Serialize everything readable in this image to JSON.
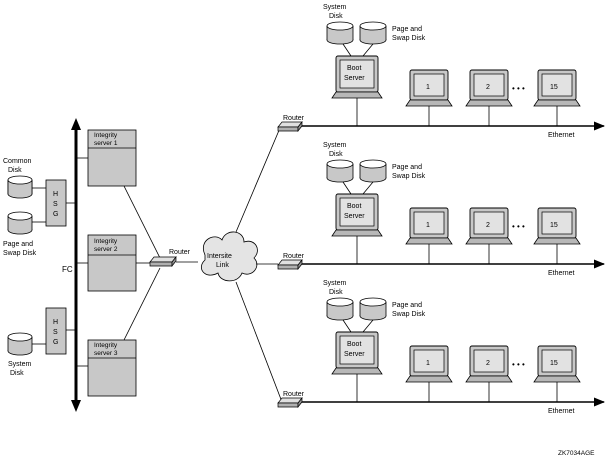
{
  "left": {
    "common_disk": [
      "Common",
      "Disk"
    ],
    "page_swap_disk": [
      "Page and",
      "Swap Disk"
    ],
    "system_disk": [
      "System",
      "Disk"
    ],
    "hsg": [
      "H",
      "S",
      "G"
    ],
    "fc": "FC",
    "servers": [
      [
        "Integrity",
        "server 1"
      ],
      [
        "Integrity",
        "server 2"
      ],
      [
        "Integrity",
        "server 3"
      ]
    ],
    "router": "Router"
  },
  "cloud": [
    "Intersite",
    "Link"
  ],
  "sites": [
    {
      "router": "Router",
      "system_disk": [
        "System",
        "Disk"
      ],
      "page_swap_disk": [
        "Page and",
        "Swap Disk"
      ],
      "boot_server": [
        "Boot",
        "Server"
      ],
      "workstations": [
        "1",
        "2",
        "15"
      ],
      "ellipsis": "• • •",
      "network": "Ethernet"
    },
    {
      "router": "Router",
      "system_disk": [
        "System",
        "Disk"
      ],
      "page_swap_disk": [
        "Page and",
        "Swap Disk"
      ],
      "boot_server": [
        "Boot",
        "Server"
      ],
      "workstations": [
        "1",
        "2",
        "15"
      ],
      "ellipsis": "• • •",
      "network": "Ethernet"
    },
    {
      "router": "Router",
      "system_disk": [
        "System",
        "Disk"
      ],
      "page_swap_disk": [
        "Page and",
        "Swap Disk"
      ],
      "boot_server": [
        "Boot",
        "Server"
      ],
      "workstations": [
        "1",
        "2",
        "15"
      ],
      "ellipsis": "• • •",
      "network": "Ethernet"
    }
  ],
  "figure_id": "ZK7034AGE",
  "colors": {
    "box": "#c8c8c8",
    "line": "#000000",
    "screen": "#d8d8d8"
  }
}
